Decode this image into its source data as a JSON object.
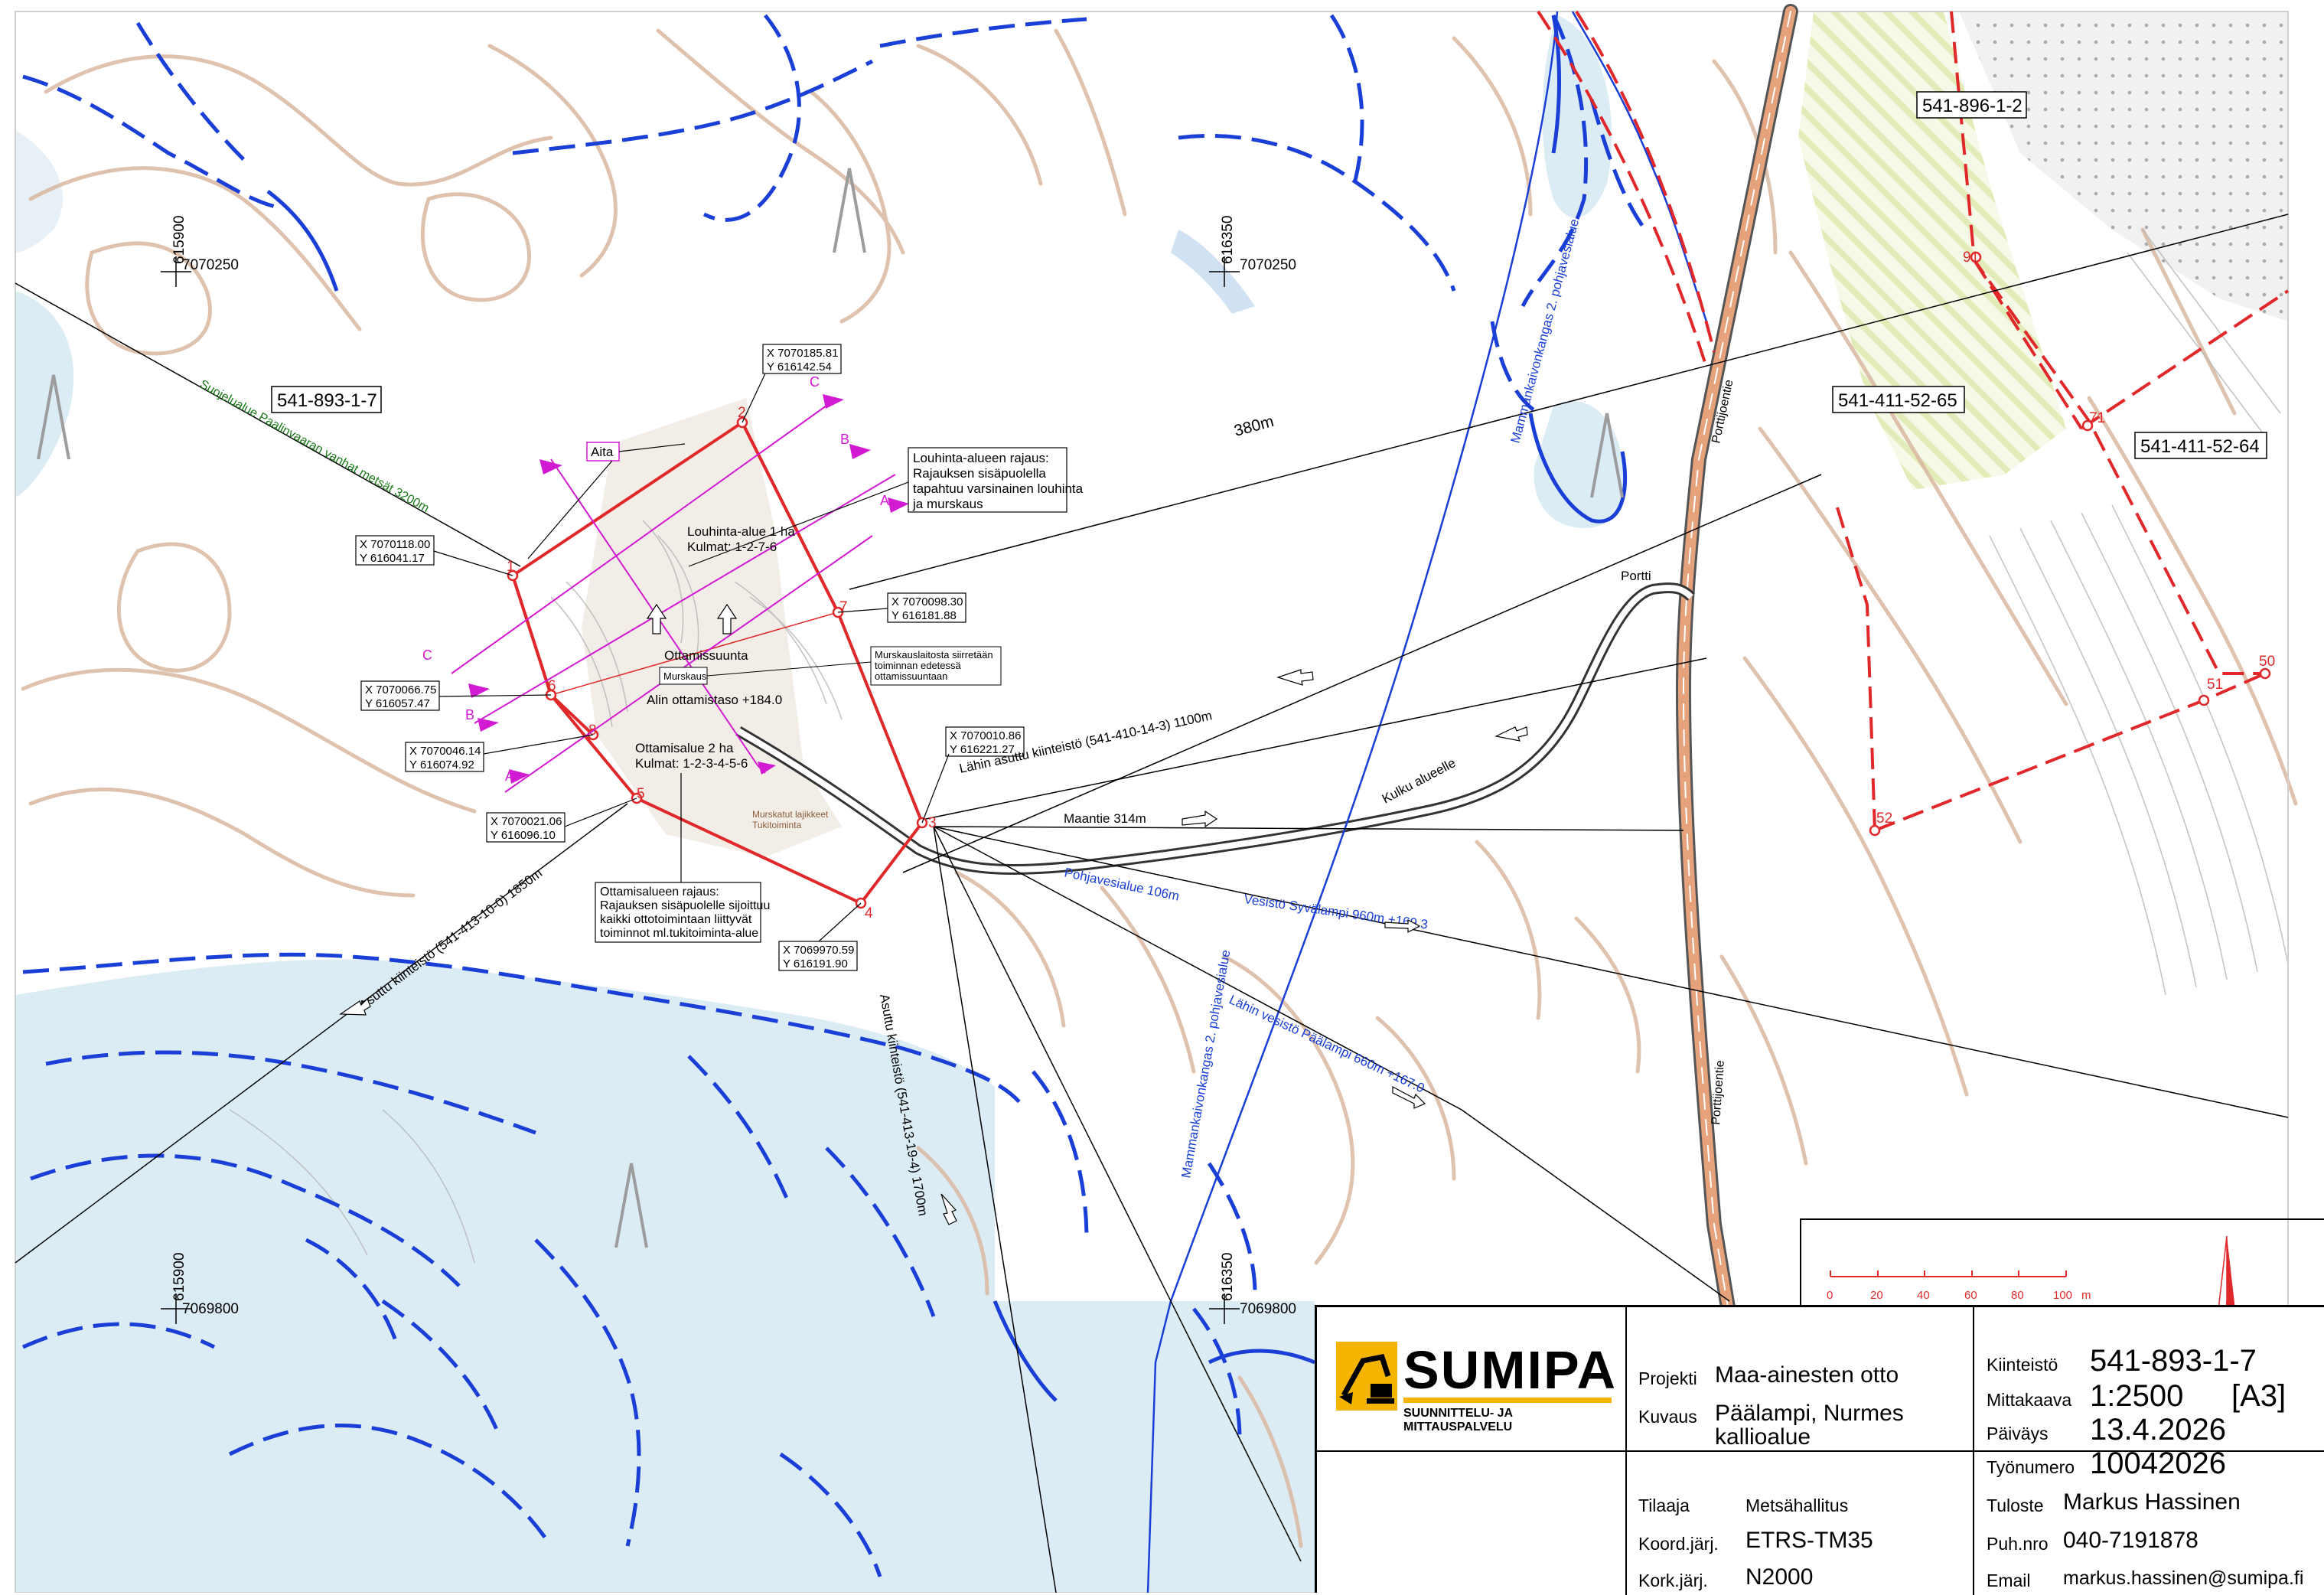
{
  "map": {
    "property_labels": [
      "541-893-1-7",
      "541-896-1-2",
      "541-411-52-65",
      "541-411-52-64"
    ],
    "grid": {
      "x_top": "7070250",
      "x_bottom": "7069800",
      "y_left": "615900",
      "y_right": "616350"
    },
    "distance_380": "380m",
    "corners": [
      {
        "x": "X 7070185.81",
        "y": "Y 616142.54"
      },
      {
        "x": "X 7070118.00",
        "y": "Y 616041.17"
      },
      {
        "x": "X 7070098.30",
        "y": "Y 616181.88"
      },
      {
        "x": "X 7070066.75",
        "y": "Y 616057.47"
      },
      {
        "x": "X 7070046.14",
        "y": "Y 616074.92"
      },
      {
        "x": "X 7070010.86",
        "y": "Y 616221.27"
      },
      {
        "x": "X 7070021.06",
        "y": "Y 616096.10"
      },
      {
        "x": "X 7069970.59",
        "y": "Y 616191.90"
      }
    ],
    "corner_numbers": [
      "1",
      "2",
      "3",
      "4",
      "5",
      "6",
      "7",
      "8"
    ],
    "boundary_numbers": [
      "91",
      "71",
      "50",
      "51",
      "52"
    ],
    "section_letters": [
      "A",
      "A",
      "B",
      "B",
      "C",
      "C"
    ],
    "aita": "Aita",
    "louhinta_note": [
      "Louhinta-alueen rajaus:",
      "Rajauksen sisäpuolella",
      "tapahtuu varsinainen louhinta",
      "ja murskaus"
    ],
    "louhinta_area": [
      "Louhinta-alue 1 ha",
      "Kulmat: 1-2-7-6"
    ],
    "ottamissuunta": "Ottamissuunta",
    "murskaus": "Murskaus",
    "alin": "Alin ottamistaso +184.0",
    "murskauslaitos_note": [
      "Murskauslaitosta siirretään",
      "toiminnan edetessä",
      "ottamissuuntaan"
    ],
    "ottamisalue": [
      "Ottamisalue 2 ha",
      "Kulmat: 1-2-3-4-5-6"
    ],
    "ottamisalue_note": [
      "Ottamisalueen rajaus:",
      "Rajauksen sisäpuolelle sijoittuu",
      "kaikki ottotoimintaan liittyvät",
      "toiminnot ml.tukitoiminta-alue"
    ],
    "murskatut": [
      "Murskatut lajikkeet",
      "Tukitoiminta"
    ],
    "suojelualue": "Suojelualue Paalinvaaran vanhat metsät 3200m",
    "lahin_asuttu": "Lähin asuttu kiinteistö (541-410-14-3) 1100m",
    "asuttu_a": "Asuttu kiinteistö (541-413-10-0) 1850m",
    "asuttu_b": "Asuttu kiinteistö (541-413-19-4) 1700m",
    "maantie": "Maantie 314m",
    "kulku": "Kulku alueelle",
    "portti": "Portti",
    "pohjavesi": "Pohjavesialue 106m",
    "syvalampi": "Vesistö Syvälampi 960m +169.3",
    "paalampi": "Lähin vesistö Päälampi 660m +167.0",
    "pohjavesi_road_a": "Mammankaivonkangas 2. pohjavesialue",
    "pohjavesi_road_b": "Mammankaivonkangas 2. pohjavesialue",
    "road_name": "Porttijoentie",
    "scale_ticks": [
      "0",
      "20",
      "40",
      "60",
      "80",
      "100"
    ],
    "scale_unit": "m"
  },
  "titleblock": {
    "logo": "SUMIPA",
    "logo_sub": "SUUNNITTELU- JA MITTAUSPALVELU",
    "projekti_k": "Projekti",
    "projekti_v": "Maa-ainesten otto",
    "kuvaus_k": "Kuvaus",
    "kuvaus_v1": "Päälampi, Nurmes",
    "kuvaus_v2": "kallioalue",
    "kiinteisto_k": "Kiinteistö",
    "kiinteisto_v": "541-893-1-7",
    "mittakaava_k": "Mittakaava",
    "mittakaava_v": "1:2500",
    "paper": "[A3]",
    "paivays_k": "Päiväys",
    "paivays_v": "13.4.2026",
    "tyonumero_k": "Työnumero",
    "tyonumero_v": "10042026",
    "tilaaja_k": "Tilaaja",
    "tilaaja_v": "Metsähallitus",
    "koord_k": "Koord.järj.",
    "koord_v": "ETRS-TM35",
    "kork_k": "Kork.järj.",
    "kork_v": "N2000",
    "tuloste_k": "Tuloste",
    "tuloste_v": "Markus Hassinen",
    "puh_k": "Puh.nro",
    "puh_v": "040-7191878",
    "email_k": "Email",
    "email_v": "markus.hassinen@sumipa.fi"
  },
  "colors": {
    "contour": "#d9b8a0",
    "area_red": "#e0282a",
    "section_magenta": "#d21ad2",
    "water_blue": "#1a3fd6",
    "water_fill": "#dcecf4",
    "road": "#e69a6b"
  }
}
